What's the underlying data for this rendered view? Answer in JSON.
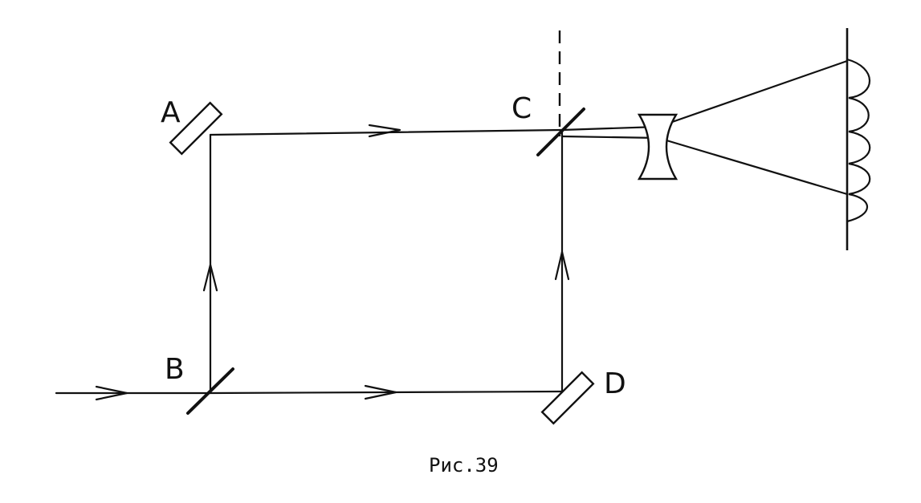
{
  "labels": {
    "mirror_a": "A",
    "splitter_b": "B",
    "splitter_c": "C",
    "mirror_d": "D"
  },
  "caption": "Рис.39"
}
